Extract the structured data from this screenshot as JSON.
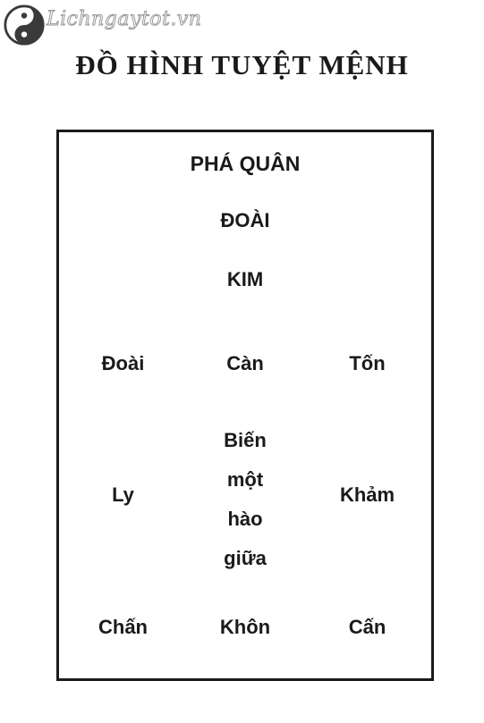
{
  "watermark": {
    "text": "Lichngaytot.vn",
    "icon": "yin-yang-icon"
  },
  "title": "ĐỒ HÌNH TUYỆT MỆNH",
  "diagram": {
    "star": "PHÁ QUÂN",
    "direction": "ĐOÀI",
    "element": "KIM",
    "row1": {
      "left": "Đoài",
      "center": "Càn",
      "right": "Tốn"
    },
    "row2": {
      "left": "Ly",
      "center_lines": [
        "Biến",
        "một",
        "hào",
        "giữa"
      ],
      "right": "Khảm"
    },
    "row3": {
      "left": "Chấn",
      "center": "Khôn",
      "right": "Cấn"
    }
  },
  "colors": {
    "text": "#1a1a1a",
    "border": "#1a1a1a",
    "background": "#ffffff"
  }
}
